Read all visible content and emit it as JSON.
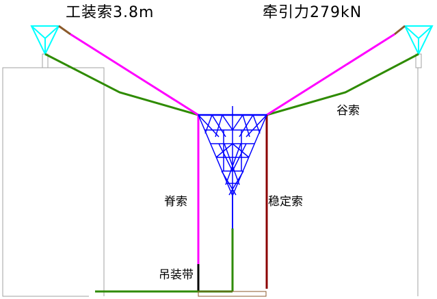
{
  "labels": {
    "install_cable": "工装索3.8m",
    "traction_force": "牵引力279kN",
    "valley_cable": "谷索",
    "ridge_cable": "脊索",
    "stabilizing_cable": "稳定索",
    "lifting_strap": "吊装带"
  },
  "colors": {
    "magenta_cable": "#ff00ff",
    "green_cable": "#2e8b00",
    "dark_red_cable": "#8b0000",
    "truss": "#0000ff",
    "pylon_cap": "#00ffff",
    "brown_link": "#8b5a2b",
    "outline": "#a0a0a0",
    "black": "#000000"
  }
}
